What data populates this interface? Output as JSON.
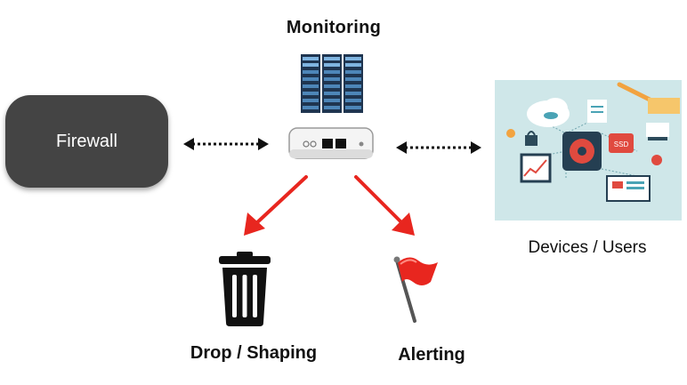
{
  "diagram": {
    "monitoring_label": "Monitoring",
    "firewall_label": "Firewall",
    "devices_label": "Devices / Users",
    "drop_label": "Drop / Shaping",
    "alert_label": "Alerting",
    "ssd_text": "SSD",
    "colors": {
      "firewall_box": "#444444",
      "arrow_red": "#e8261f",
      "server_blue": "#4d86b8",
      "devices_bg": "#cfe7e9"
    }
  }
}
